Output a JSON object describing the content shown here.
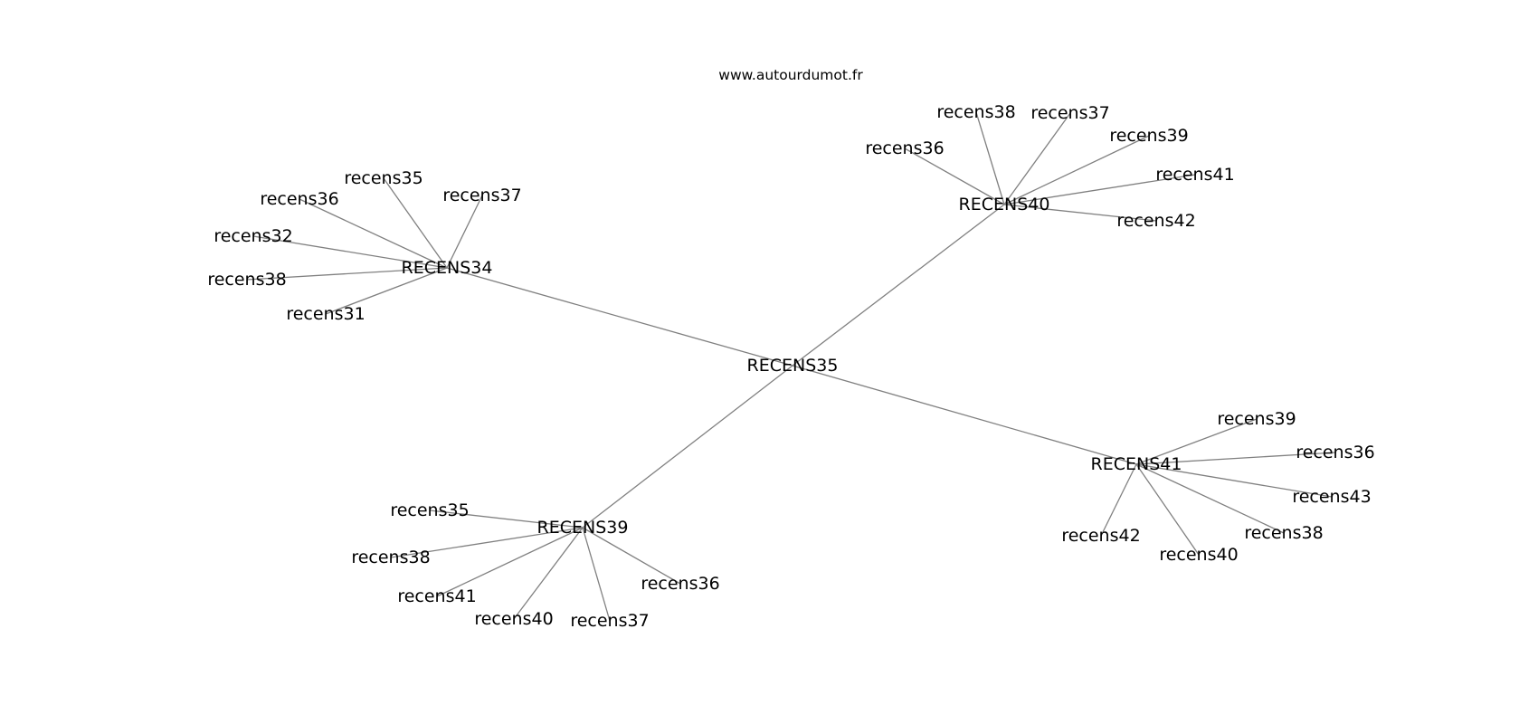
{
  "watermark": "www.autourdumot.fr",
  "graph": {
    "center": "RECENS35",
    "hubs": [
      {
        "id": "RECENS34",
        "label": "RECENS34",
        "leaves": [
          "recens35",
          "recens37",
          "recens36",
          "recens32",
          "recens38",
          "recens31"
        ]
      },
      {
        "id": "RECENS40",
        "label": "RECENS40",
        "leaves": [
          "recens38",
          "recens37",
          "recens36",
          "recens39",
          "recens41",
          "recens42"
        ]
      },
      {
        "id": "RECENS39",
        "label": "RECENS39",
        "leaves": [
          "recens35",
          "recens38",
          "recens41",
          "recens40",
          "recens37",
          "recens36"
        ]
      },
      {
        "id": "RECENS41",
        "label": "RECENS41",
        "leaves": [
          "recens39",
          "recens36",
          "recens43",
          "recens38",
          "recens40",
          "recens42"
        ]
      }
    ],
    "edge_color": "#808080"
  }
}
